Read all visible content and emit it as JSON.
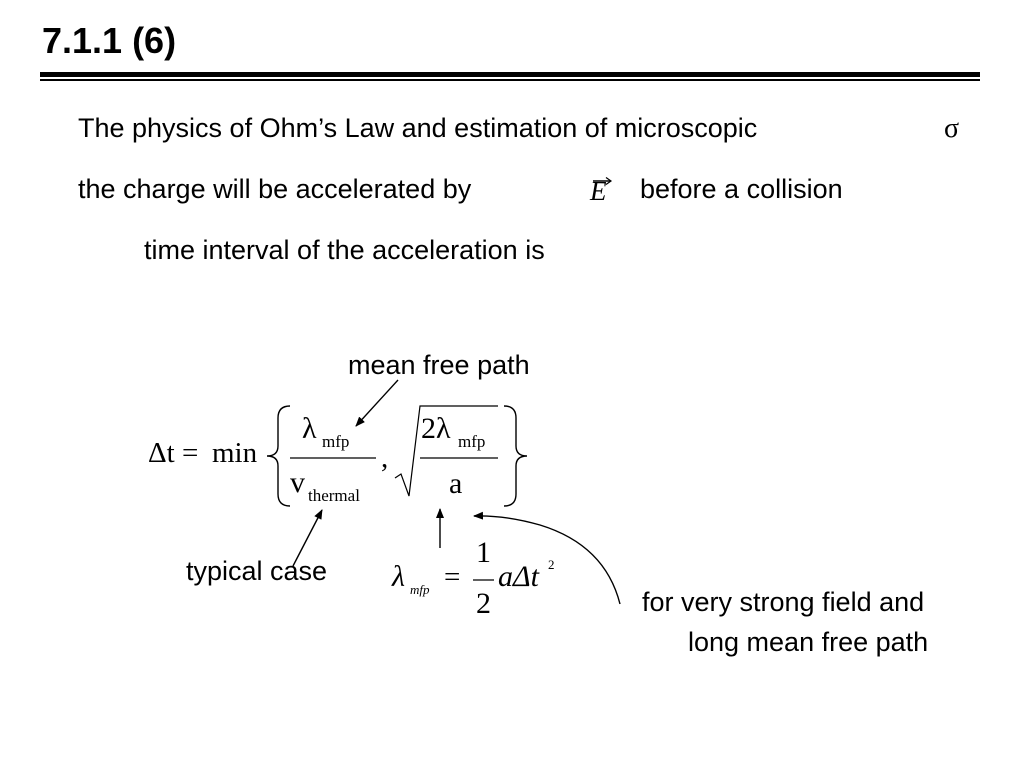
{
  "slide": {
    "title": "7.1.1 (6)",
    "lines": {
      "line1": "The physics of Ohm’s Law and estimation of microscopic",
      "sigma": "σ",
      "line2_pre": "the charge will be accelerated by",
      "e_vector": "E",
      "line2_post": "before a collision",
      "line3": "time interval of the acceleration is"
    },
    "annotations": {
      "mean_free_path": "mean free path",
      "typical_case": "typical case",
      "strong_field_1": "for very strong field and",
      "strong_field_2": "long mean free path"
    },
    "equation1": {
      "lhs": "Δt",
      "equals": "=",
      "min": "min",
      "lambda": "λ",
      "mfp_sub": "mfp",
      "v": "v",
      "thermal_sub": "thermal",
      "comma": ",",
      "two_lambda": "2λ",
      "mfp_sub2": "mfp",
      "a": "a"
    },
    "equation2": {
      "lambda": "λ",
      "mfp_sub": "mfp",
      "equals": "=",
      "one": "1",
      "two": "2",
      "rhs": "aΔt",
      "exponent": "2"
    }
  }
}
